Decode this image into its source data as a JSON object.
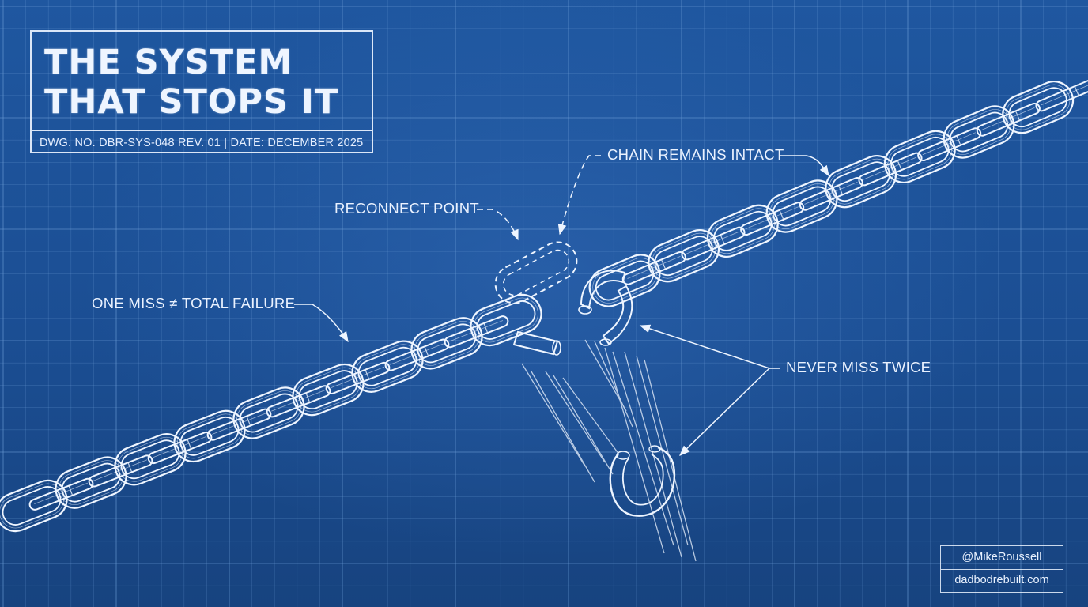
{
  "title": {
    "line1": "THE SYSTEM",
    "line2": "THAT STOPS IT",
    "drawing_info": "DWG. NO. DBR-SYS-048  REV. 01  |  DATE: DECEMBER 2025"
  },
  "callouts": {
    "chain_intact": "CHAIN REMAINS INTACT",
    "reconnect": "RECONNECT POINT",
    "one_miss": "ONE MISS ≠ TOTAL FAILURE",
    "never_twice": "NEVER MISS TWICE"
  },
  "credits": {
    "handle": "@MikeRoussell",
    "website": "dadbodrebuilt.com"
  },
  "colors": {
    "background": "#1d4f93",
    "line": "#eef5ff",
    "grid": "#6f9fd8"
  }
}
